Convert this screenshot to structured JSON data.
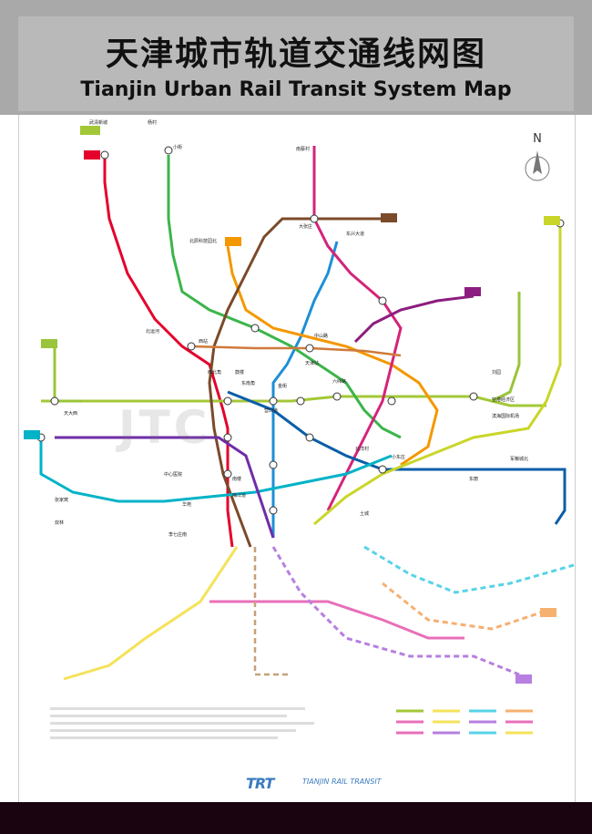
{
  "header": {
    "title_zh": "天津城市轨道交通线网图",
    "title_en": "Tianjin Urban Rail Transit System Map"
  },
  "compass": {
    "label": "N"
  },
  "watermark": "JTC",
  "brand": {
    "mark": "TRT",
    "text": "TIANJIN RAIL TRANSIT"
  },
  "lines": [
    {
      "id": "1",
      "color": "#e4002b"
    },
    {
      "id": "2",
      "color": "#a3c837"
    },
    {
      "id": "3",
      "color": "#1d8fd6"
    },
    {
      "id": "4",
      "color": "#3bb54a"
    },
    {
      "id": "5",
      "color": "#f39800"
    },
    {
      "id": "6",
      "color": "#d4237a"
    },
    {
      "id": "7",
      "color": "#7b4a2a"
    },
    {
      "id": "8",
      "color": "#cf7a3a"
    },
    {
      "id": "9",
      "color": "#0b5ea8"
    },
    {
      "id": "10",
      "color": "#c9d629"
    },
    {
      "id": "11",
      "color": "#00b3c7"
    },
    {
      "id": "Z1",
      "color": "#8c1d7f"
    },
    {
      "id": "Z2",
      "color": "#6f2da8"
    },
    {
      "id": "Z4",
      "color": "#9ac43b"
    }
  ],
  "stations": [
    {
      "name": "武清新城"
    },
    {
      "name": "杨村"
    },
    {
      "name": "小街"
    },
    {
      "name": "南蔡村"
    },
    {
      "name": "大张庄"
    },
    {
      "name": "东兴大道"
    },
    {
      "name": "北辰科技园北"
    },
    {
      "name": "西站"
    },
    {
      "name": "天津站"
    },
    {
      "name": "营口道"
    },
    {
      "name": "南楼"
    },
    {
      "name": "北洋村"
    },
    {
      "name": "小东庄"
    },
    {
      "name": "东丽"
    },
    {
      "name": "军粮城北"
    },
    {
      "name": "张家窝"
    },
    {
      "name": "中心医院"
    },
    {
      "name": "土城"
    },
    {
      "name": "滨海国际机场"
    },
    {
      "name": "天大西"
    },
    {
      "name": "空港经济区"
    },
    {
      "name": "北运河"
    },
    {
      "name": "刘园"
    },
    {
      "name": "双林"
    },
    {
      "name": "李七庄南"
    },
    {
      "name": "东南角"
    },
    {
      "name": "鼓楼"
    },
    {
      "name": "西北角"
    },
    {
      "name": "中山路"
    },
    {
      "name": "金街"
    },
    {
      "name": "六纬路"
    },
    {
      "name": "梅江道"
    },
    {
      "name": "华苑"
    }
  ],
  "legend_rows": [
    {
      "text": ""
    },
    {
      "text": ""
    },
    {
      "text": ""
    },
    {
      "text": ""
    }
  ]
}
